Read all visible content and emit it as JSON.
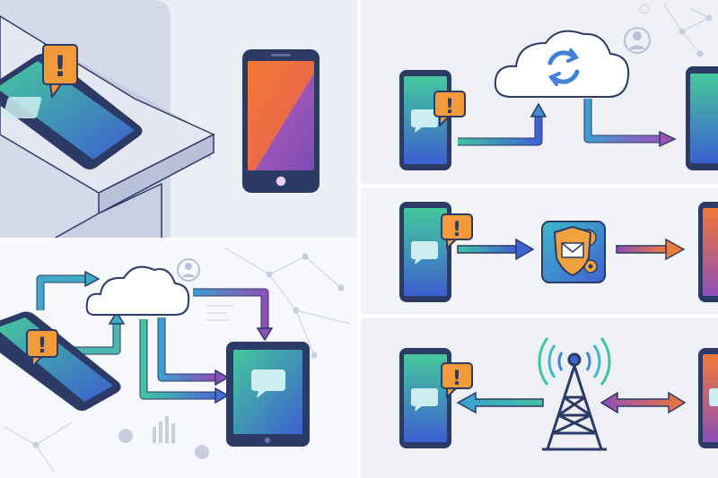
{
  "scene": {
    "alert_glyph": "!",
    "palette": {
      "outline": "#2c3a66",
      "screen_teal": "#3fc3a0",
      "screen_blue": "#3f63d1",
      "alert_orange": "#f39a3a",
      "phone_orange": "#f07838",
      "phone_purple": "#8d4fb8",
      "cloud_fill": "#ffffff",
      "sync_blue": "#3f82d6",
      "shield_orange": "#f0a23e",
      "tower_navy": "#2c3a66"
    },
    "panels": [
      {
        "id": "desk-phone-alert",
        "icons": [
          "phone-icon",
          "alert-bubble-icon",
          "message-icon",
          "desk-icon",
          "phone-icon"
        ]
      },
      {
        "id": "cloud-to-tablet",
        "icons": [
          "phone-icon",
          "alert-bubble-icon",
          "cloud-icon",
          "tablet-icon",
          "message-icon",
          "user-icon"
        ]
      },
      {
        "id": "cloud-sync",
        "icons": [
          "phone-icon",
          "alert-bubble-icon",
          "cloud-icon",
          "sync-icon",
          "user-icon",
          "phone-icon"
        ]
      },
      {
        "id": "security-filter",
        "icons": [
          "phone-icon",
          "alert-bubble-icon",
          "shield-icon",
          "envelope-icon",
          "gear-icon",
          "phone-icon"
        ]
      },
      {
        "id": "cell-tower",
        "icons": [
          "phone-icon",
          "alert-bubble-icon",
          "cell-tower-icon",
          "phone-icon"
        ]
      }
    ]
  }
}
